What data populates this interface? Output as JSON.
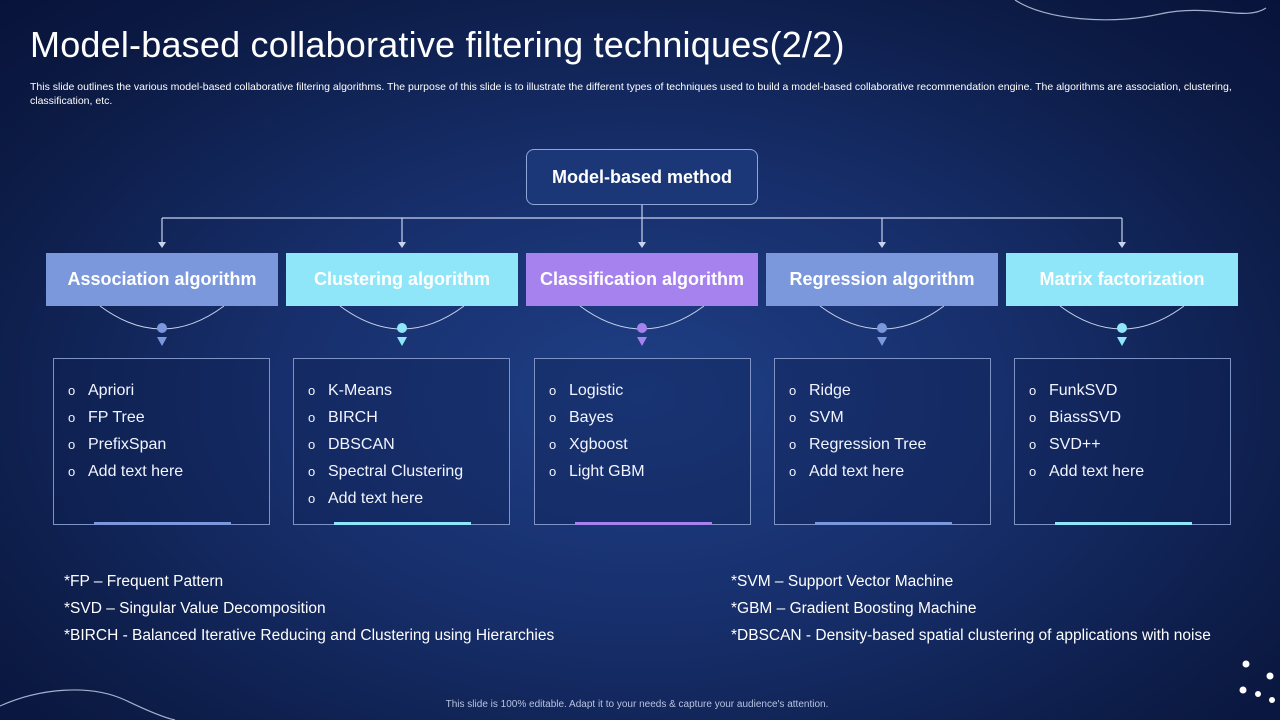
{
  "title": "Model-based collaborative filtering techniques(2/2)",
  "subtitle": "This slide outlines the various model-based collaborative filtering algorithms. The purpose of this slide is to illustrate the different types of techniques used to build a model-based collaborative recommendation engine. The algorithms are association, clustering, classification, etc.",
  "root": {
    "label": "Model-based method"
  },
  "bullet_glyph": "o",
  "categories": [
    {
      "label": "Association algorithm",
      "color": "#7b98dd",
      "items": [
        "Apriori",
        "FP Tree",
        "PrefixSpan",
        "Add text here"
      ]
    },
    {
      "label": "Clustering algorithm",
      "color": "#8ee6f8",
      "items": [
        "K-Means",
        "BIRCH",
        "DBSCAN",
        "Spectral Clustering",
        "Add text here"
      ]
    },
    {
      "label": "Classification algorithm",
      "color": "#a682ee",
      "items": [
        "Logistic",
        "Bayes",
        "Xgboost",
        "Light GBM"
      ]
    },
    {
      "label": "Regression algorithm",
      "color": "#7b98dd",
      "items": [
        "Ridge",
        "SVM",
        "Regression Tree",
        "Add text here"
      ]
    },
    {
      "label": "Matrix factorization",
      "color": "#8ee6f8",
      "items": [
        "FunkSVD",
        "BiassSVD",
        "SVD++",
        "Add text here"
      ]
    }
  ],
  "footnotes_left": [
    "*FP – Frequent Pattern",
    "*SVD – Singular Value Decomposition",
    "*BIRCH - Balanced Iterative Reducing and Clustering using Hierarchies"
  ],
  "footnotes_right": [
    "*SVM – Support Vector Machine",
    "*GBM – Gradient Boosting Machine",
    "*DBSCAN - Density-based spatial clustering of applications with noise"
  ],
  "footer": "This slide is 100% editable. Adapt it to your needs & capture your audience's attention."
}
